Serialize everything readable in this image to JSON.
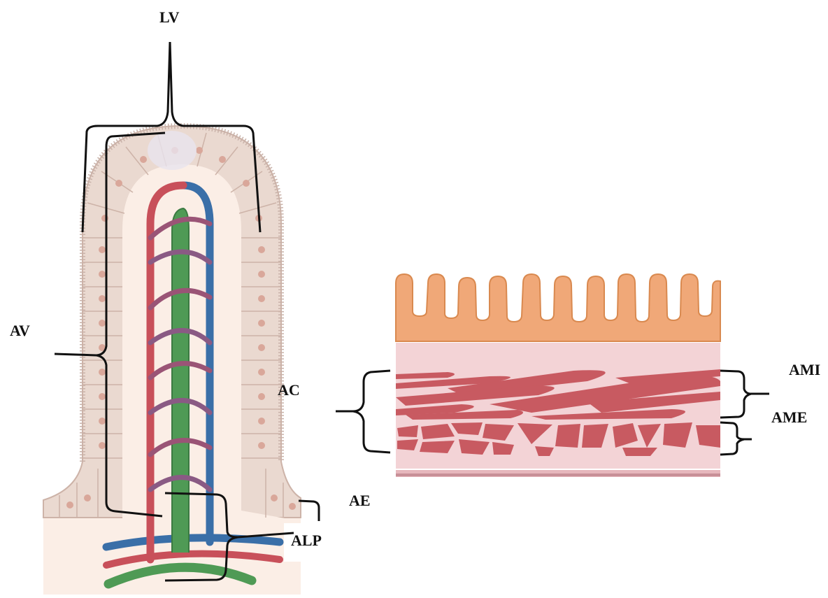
{
  "labels": {
    "lv": "LV",
    "av": "AV",
    "ac": "AC",
    "ae": "AE",
    "alp": "ALP",
    "ami": "AMI",
    "ame": "AME"
  },
  "colors": {
    "epithelium": "#ead9d0",
    "epithelium_border": "#cdb3a8",
    "cell_nucleus": "#d9a79a",
    "lamina": "#fbeee6",
    "artery": "#c8505a",
    "vein": "#3a6fa8",
    "lacteal": "#4f9a55",
    "mucosa_villi": "#f0a878",
    "muscle_band": "#f3d3d6",
    "muscle_fiber": "#c85a61",
    "bracket": "#111111"
  }
}
